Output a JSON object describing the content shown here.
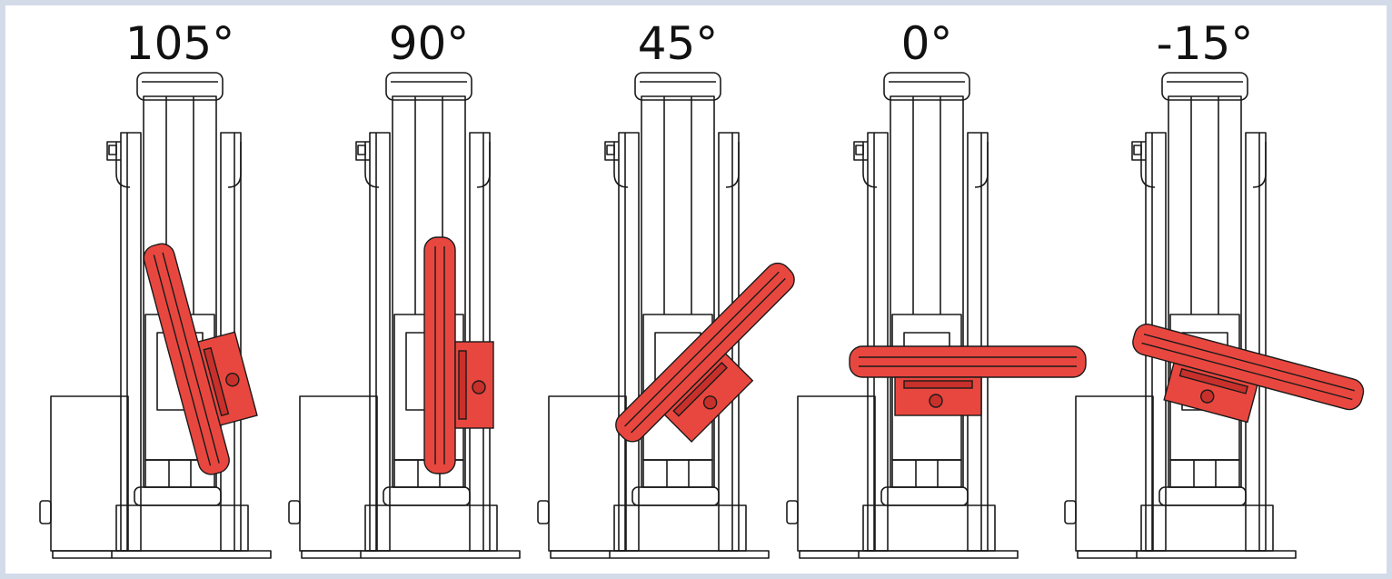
{
  "figure": {
    "panels": [
      {
        "label": "105°",
        "tilt_deg": 105
      },
      {
        "label": "90°",
        "tilt_deg": 90
      },
      {
        "label": "45°",
        "tilt_deg": 45
      },
      {
        "label": "0°",
        "tilt_deg": 0
      },
      {
        "label": "-15°",
        "tilt_deg": -15
      }
    ]
  },
  "colors": {
    "frame_border": "#d3dae8",
    "line": "#1a1a1a",
    "arm_fill": "#e8473f",
    "arm_shade": "#c8302b"
  }
}
